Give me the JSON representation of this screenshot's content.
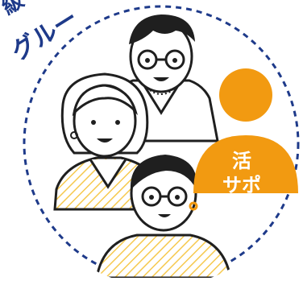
{
  "corner_label": {
    "top": "級",
    "main": "グルー"
  },
  "badge": {
    "line1": "活",
    "line2": "サポ"
  },
  "colors": {
    "navy": "#1e3a8a",
    "orange": "#f29a11",
    "stroke": "#1f1f1f",
    "hatch": "#f6c94e",
    "dashed_ring": "#1e3a8a"
  },
  "icons": [
    "family-group-illustration",
    "support-person-icon"
  ]
}
